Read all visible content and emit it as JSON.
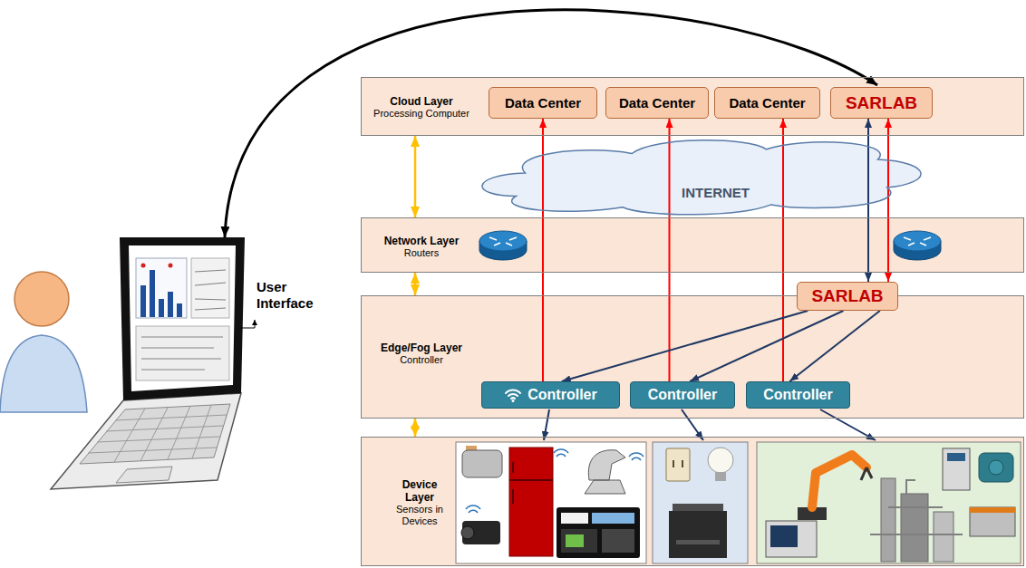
{
  "diagram": {
    "nodes": [
      {
        "text": [
          "Cloud Layer",
          "Processing Computer"
        ]
      },
      {
        "text": [
          "Data Center"
        ],
        "in": 0
      },
      {
        "text": [
          "Data Center"
        ],
        "in": 0
      },
      {
        "text": [
          "Data Center"
        ],
        "in": 0
      },
      {
        "text": [
          "SARLAB"
        ],
        "in": 0
      },
      {
        "text": [
          "INTERNET"
        ]
      },
      {
        "text": [
          "Network Layer",
          "Routers"
        ]
      },
      {
        "text": [
          "Edge/Fog Layer",
          "Controller"
        ]
      },
      {
        "text": [
          "SARLAB"
        ],
        "in": 7
      },
      {
        "text": [
          "Controller"
        ],
        "in": 7
      },
      {
        "text": [
          "Controller"
        ],
        "in": 7
      },
      {
        "text": [
          "Controller"
        ],
        "in": 7
      },
      {
        "text": [
          "Device Layer",
          "Sensors in Devices"
        ]
      }
    ],
    "edges": [
      {
        "from": 0,
        "to": 6,
        "arrow": "both"
      },
      {
        "from": 6,
        "to": 7,
        "arrow": "both"
      },
      {
        "from": 7,
        "to": 12,
        "arrow": "both"
      },
      {
        "from": 9,
        "to": 1,
        "arrow": "to"
      },
      {
        "from": 10,
        "to": 2,
        "arrow": "to"
      },
      {
        "from": 11,
        "to": 3,
        "arrow": "to"
      },
      {
        "from": 4,
        "to": 8,
        "arrow": "both"
      },
      {
        "from": 8,
        "to": 4,
        "arrow": "both"
      },
      {
        "from": 8,
        "to": 9,
        "arrow": "to"
      },
      {
        "from": 8,
        "to": 10,
        "arrow": "to"
      },
      {
        "from": 8,
        "to": 11,
        "arrow": "to"
      }
    ],
    "labels": [
      "User Interface"
    ]
  }
}
